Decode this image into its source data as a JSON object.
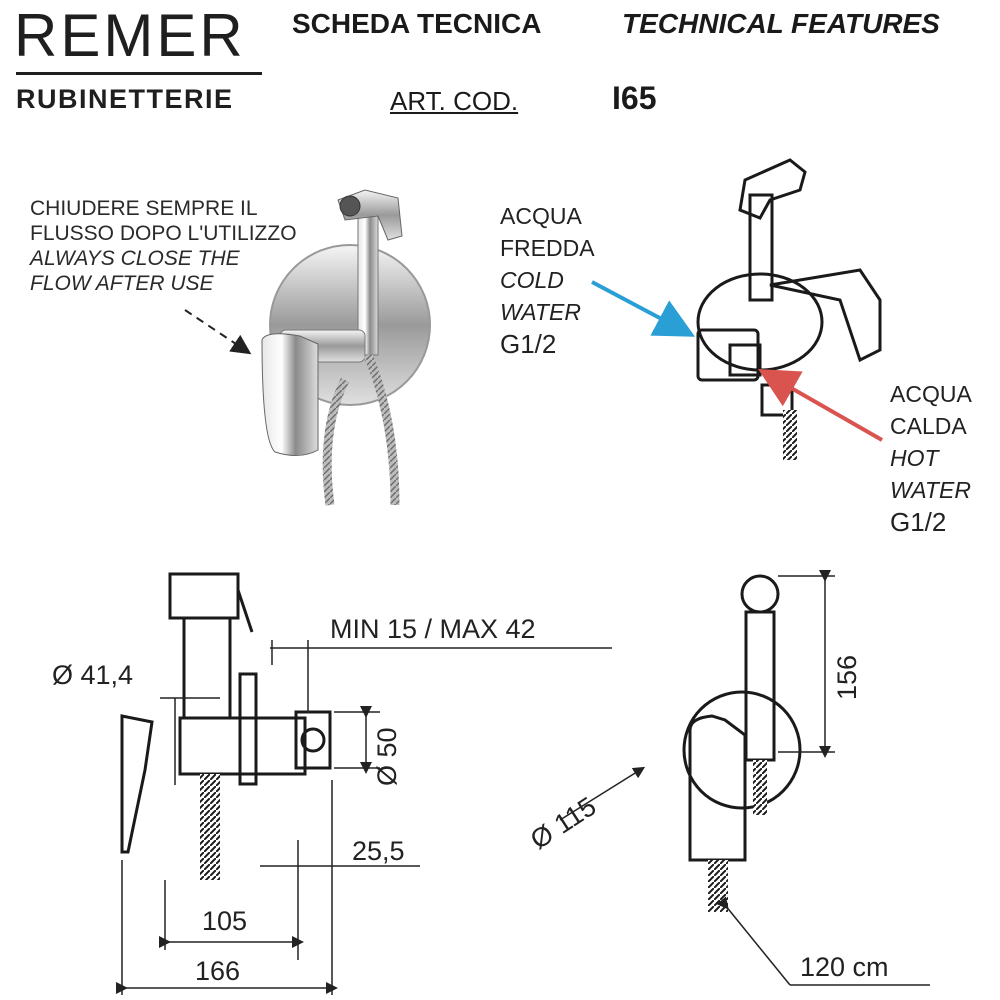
{
  "header": {
    "brand": "REMER",
    "brand_sub": "RUBINETTERIE",
    "title_it": "SCHEDA TECNICA",
    "title_en": "TECHNICAL FEATURES",
    "art_label": "ART. COD.",
    "art_code": "I65"
  },
  "note": {
    "line1": "CHIUDERE SEMPRE IL",
    "line2": "FLUSSO DOPO L'UTILIZZO",
    "line3": "ALWAYS CLOSE THE",
    "line4": "FLOW AFTER USE"
  },
  "cold_water": {
    "line1": "ACQUA",
    "line2": "FREDDA",
    "line3": "COLD",
    "line4": "WATER",
    "thread": "G1/2",
    "arrow_color": "#2a9fd6"
  },
  "hot_water": {
    "line1": "ACQUA",
    "line2": "CALDA",
    "line3": "HOT",
    "line4": "WATER",
    "thread": "G1/2",
    "arrow_color": "#d9534f"
  },
  "dimensions": {
    "min_max": "MIN 15 / MAX 42",
    "dia_41": "Ø 41,4",
    "dia_50": "Ø 50",
    "d_25": "25,5",
    "d_105": "105",
    "d_166": "166",
    "dia_115": "Ø 115",
    "h_156": "156",
    "hose": "120 cm"
  }
}
